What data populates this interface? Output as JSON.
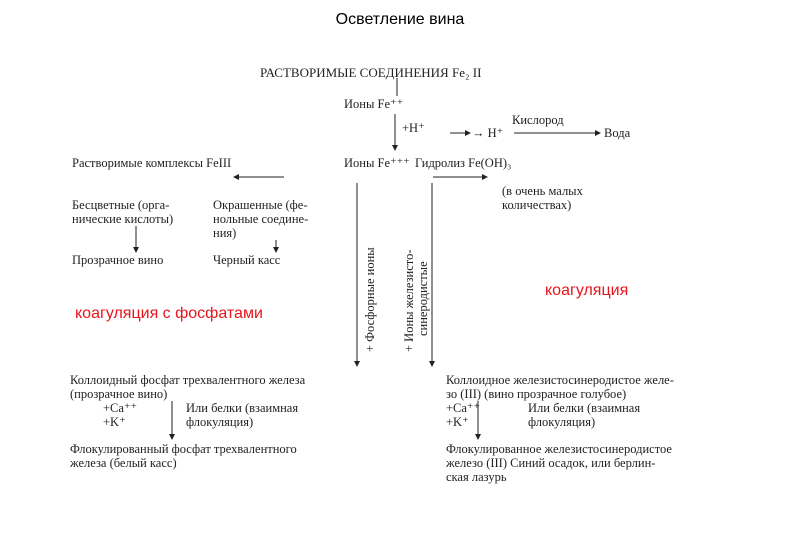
{
  "title": "Осветление вина",
  "header": "РАСТВОРИМЫЕ СОЕДИНЕНИЯ Fe₂ II",
  "ions_fe2": "Ионы Fe⁺⁺",
  "plus_h": "+H⁺",
  "h_plus": "→ H⁺",
  "oxygen": "Кислород",
  "water": "Вода",
  "soluble_complexes": "Растворимые комплексы FeIII",
  "ions_fe3": "Ионы Fe⁺⁺⁺",
  "hydrolysis": "Гидролиз Fe(OH)₃",
  "small_amounts": [
    "(в очень малых",
    "количествах)"
  ],
  "colorless": [
    "Бесцветные (орга-",
    "нические кислоты)"
  ],
  "colored": [
    "Окрашенные (фе-",
    "нольные соедине-",
    "ния)"
  ],
  "clear_wine": "Прозрачное вино",
  "black_casse": "Черный касс",
  "coag_phosphates": "коагуляция с фосфатами",
  "coagulation": "коагуляция",
  "phosphate_ions": "+ Фосфорные ионы",
  "ferrocyanide_ions": [
    "+ Ионы железисто-",
    "синеродистые"
  ],
  "left_bottom": {
    "colloid": [
      "Коллоидный фосфат трехвалентного железа",
      "(прозрачное вино)"
    ],
    "ca": "+Ca⁺⁺",
    "k": "+K⁺",
    "proteins": [
      "Или белки (взаимная",
      "флокуляция)"
    ],
    "flocculated": [
      "Флокулированный фосфат трехвалентного",
      "железа (белый касс)"
    ]
  },
  "right_bottom": {
    "colloid": [
      "Коллоидное железистосинеродистое желе-",
      "зо (III) (вино прозрачное голубое)"
    ],
    "ca": "+Ca⁺⁺",
    "k": "+K⁺",
    "proteins": [
      "Или белки (взаимная",
      "флокуляция)"
    ],
    "flocculated": [
      "Флокулированное железистосинеродистое",
      "железо (III) Синий осадок, или берлин-",
      "ская лазурь"
    ]
  }
}
